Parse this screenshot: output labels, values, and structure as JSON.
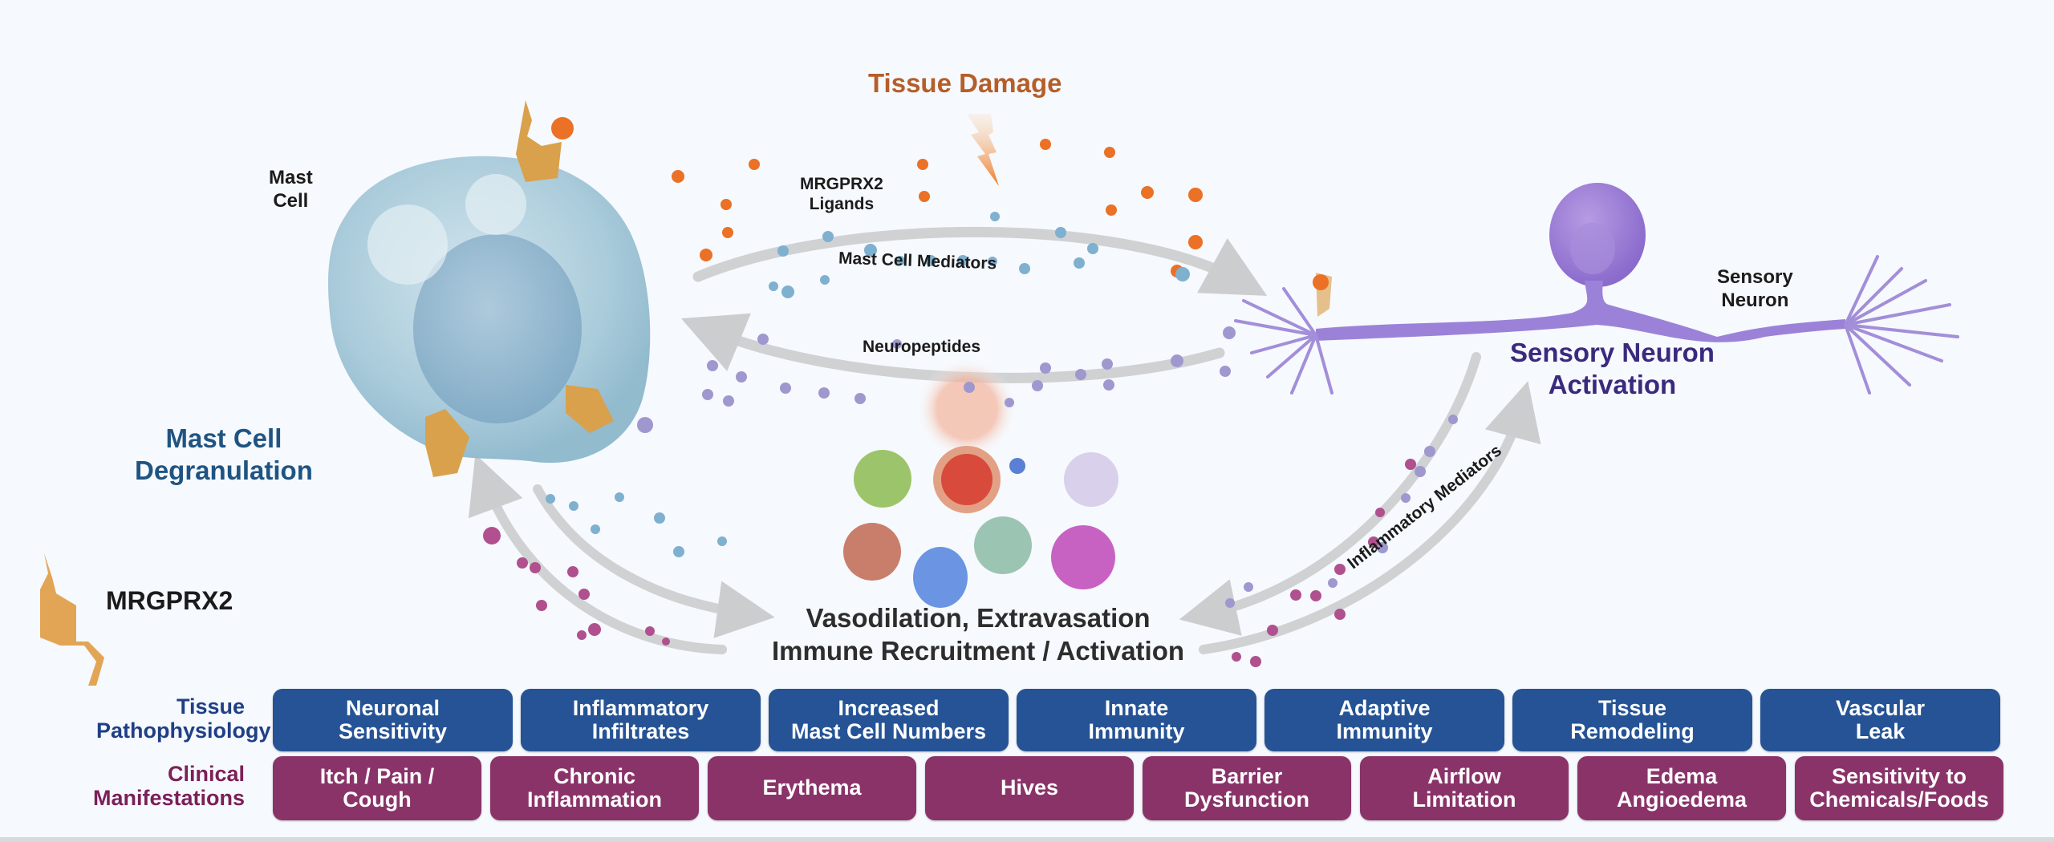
{
  "title": "Tissue Damage",
  "labels": {
    "mast_cell": [
      "Mast",
      "Cell"
    ],
    "mast_cell_degranulation": [
      "Mast Cell",
      "Degranulation"
    ],
    "ligands": [
      "MRGPRX2",
      "Ligands"
    ],
    "mast_cell_mediators": "Mast Cell Mediators",
    "neuropeptides": "Neuropeptides",
    "sensory_neuron": [
      "Sensory",
      "Neuron"
    ],
    "sensory_neuron_activation": [
      "Sensory Neuron",
      "Activation"
    ],
    "mrgprx2_legend": "MRGPRX2",
    "outcome": [
      "Vasodilation, Extravasation",
      "Immune Recruitment / Activation"
    ],
    "inflammatory_mediators": "Inflammatory Mediators"
  },
  "rows": {
    "tissue": {
      "label": [
        "Tissue",
        "Pathophysiology"
      ],
      "items": [
        [
          "Neuronal",
          "Sensitivity"
        ],
        [
          "Inflammatory",
          "Infiltrates"
        ],
        [
          "Increased",
          "Mast Cell Numbers"
        ],
        [
          "Innate",
          "Immunity"
        ],
        [
          "Adaptive",
          "Immunity"
        ],
        [
          "Tissue",
          "Remodeling"
        ],
        [
          "Vascular",
          "Leak"
        ]
      ]
    },
    "clinical": {
      "label": [
        "Clinical",
        "Manifestations"
      ],
      "items": [
        [
          "Itch / Pain /",
          "Cough"
        ],
        [
          "Chronic",
          "Inflammation"
        ],
        [
          "Erythema"
        ],
        [
          "Hives"
        ],
        [
          "Barrier",
          "Dysfunction"
        ],
        [
          "Airflow",
          "Limitation"
        ],
        [
          "Edema",
          "Angioedema"
        ],
        [
          "Sensitivity to",
          "Chemicals/Foods"
        ]
      ]
    }
  },
  "colors": {
    "background": "#f6f9fd",
    "tissue_box": "#255395",
    "clinical_box": "#8a3369",
    "tissue_label": "#1f3f86",
    "clinical_label": "#7b2058",
    "damage_title": "#b55e29",
    "degranulation_label": "#1f5482",
    "activation_label": "#3a2a7e",
    "ligand_dot": "#ea7125",
    "mediator_dot": "#7fb0cf",
    "neuropeptide_dot": "#9e98cf",
    "inflammatory_dot": "#b0508f",
    "arrow": "#cfd1d3"
  },
  "icons": {
    "mast_cell": "mast-cell-illustration",
    "sensory_neuron": "sensory-neuron-illustration",
    "receptor": "mrgprx2-receptor-icon",
    "damage": "lightning-bolt-icon",
    "immune_cells": "immune-cells-cluster"
  }
}
